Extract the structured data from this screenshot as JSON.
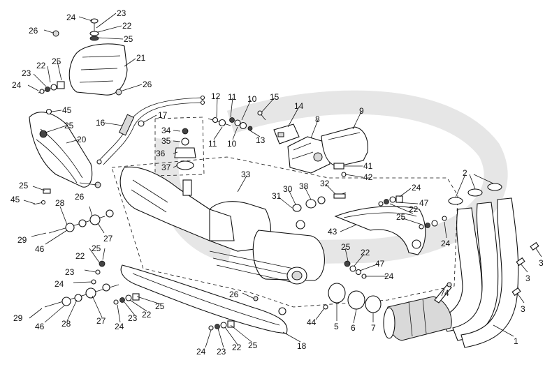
{
  "diagram": {
    "callouts": [
      {
        "id": "c24a",
        "text": "24"
      },
      {
        "id": "c23a",
        "text": "23"
      },
      {
        "id": "c22a",
        "text": "22"
      },
      {
        "id": "c25a",
        "text": "25"
      },
      {
        "id": "c26a",
        "text": "26"
      },
      {
        "id": "c21",
        "text": "21"
      },
      {
        "id": "c22b",
        "text": "22"
      },
      {
        "id": "c25b",
        "text": "25"
      },
      {
        "id": "c23b",
        "text": "23"
      },
      {
        "id": "c24b",
        "text": "24"
      },
      {
        "id": "c26b",
        "text": "26"
      },
      {
        "id": "c45a",
        "text": "45"
      },
      {
        "id": "c25c",
        "text": "25"
      },
      {
        "id": "c20",
        "text": "20"
      },
      {
        "id": "c16",
        "text": "16"
      },
      {
        "id": "c17",
        "text": "17"
      },
      {
        "id": "c34",
        "text": "34"
      },
      {
        "id": "c35",
        "text": "35"
      },
      {
        "id": "c36",
        "text": "36"
      },
      {
        "id": "c37",
        "text": "37"
      },
      {
        "id": "c12",
        "text": "12"
      },
      {
        "id": "c11a",
        "text": "11"
      },
      {
        "id": "c10a",
        "text": "10"
      },
      {
        "id": "c15",
        "text": "15"
      },
      {
        "id": "c11b",
        "text": "11"
      },
      {
        "id": "c10b",
        "text": "10"
      },
      {
        "id": "c13",
        "text": "13"
      },
      {
        "id": "c14",
        "text": "14"
      },
      {
        "id": "c8",
        "text": "8"
      },
      {
        "id": "c9",
        "text": "9"
      },
      {
        "id": "c41",
        "text": "41"
      },
      {
        "id": "c42",
        "text": "42"
      },
      {
        "id": "c33",
        "text": "33"
      },
      {
        "id": "c38",
        "text": "38"
      },
      {
        "id": "c30",
        "text": "30"
      },
      {
        "id": "c31",
        "text": "31"
      },
      {
        "id": "c32",
        "text": "32"
      },
      {
        "id": "c24c",
        "text": "24"
      },
      {
        "id": "c47a",
        "text": "47"
      },
      {
        "id": "c22c",
        "text": "22"
      },
      {
        "id": "c25d",
        "text": "25"
      },
      {
        "id": "c43",
        "text": "43"
      },
      {
        "id": "c24d",
        "text": "24"
      },
      {
        "id": "c2",
        "text": "2"
      },
      {
        "id": "c3a",
        "text": "3"
      },
      {
        "id": "c3b",
        "text": "3"
      },
      {
        "id": "c3c",
        "text": "3"
      },
      {
        "id": "c25e",
        "text": "25"
      },
      {
        "id": "c45b",
        "text": "45"
      },
      {
        "id": "c26c",
        "text": "26"
      },
      {
        "id": "c28a",
        "text": "28"
      },
      {
        "id": "c27a",
        "text": "27"
      },
      {
        "id": "c29a",
        "text": "29"
      },
      {
        "id": "c46a",
        "text": "46"
      },
      {
        "id": "c22d",
        "text": "22"
      },
      {
        "id": "c25f",
        "text": "25"
      },
      {
        "id": "c23c",
        "text": "23"
      },
      {
        "id": "c24e",
        "text": "24"
      },
      {
        "id": "c29b",
        "text": "29"
      },
      {
        "id": "c46b",
        "text": "46"
      },
      {
        "id": "c28b",
        "text": "28"
      },
      {
        "id": "c27b",
        "text": "27"
      },
      {
        "id": "c24f",
        "text": "24"
      },
      {
        "id": "c23d",
        "text": "23"
      },
      {
        "id": "c22e",
        "text": "22"
      },
      {
        "id": "c25g",
        "text": "25"
      },
      {
        "id": "c26d",
        "text": "26"
      },
      {
        "id": "c18",
        "text": "18"
      },
      {
        "id": "c24g",
        "text": "24"
      },
      {
        "id": "c23e",
        "text": "23"
      },
      {
        "id": "c22f",
        "text": "22"
      },
      {
        "id": "c25h",
        "text": "25"
      },
      {
        "id": "c25i",
        "text": "25"
      },
      {
        "id": "c22g",
        "text": "22"
      },
      {
        "id": "c47b",
        "text": "47"
      },
      {
        "id": "c24h",
        "text": "24"
      },
      {
        "id": "c44",
        "text": "44"
      },
      {
        "id": "c5",
        "text": "5"
      },
      {
        "id": "c6",
        "text": "6"
      },
      {
        "id": "c7",
        "text": "7"
      },
      {
        "id": "c4",
        "text": "4"
      },
      {
        "id": "c1",
        "text": "1"
      }
    ]
  }
}
